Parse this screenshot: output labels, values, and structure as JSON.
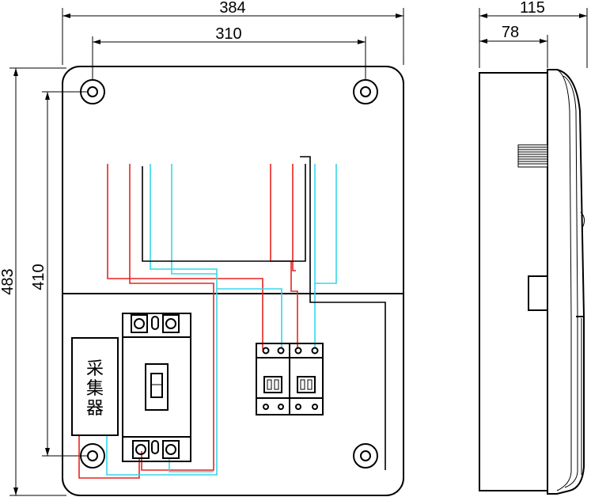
{
  "dimensions": {
    "overall_width": "384",
    "hole_spacing_width": "310",
    "overall_height": "483",
    "hole_spacing_height": "410",
    "overall_depth": "115",
    "inner_depth": "78"
  },
  "collector_label": [
    "采",
    "集",
    "器"
  ],
  "colors": {
    "live_wire": "#e8241f",
    "neutral_wire": "#36d7ea",
    "ground_wire": "#000000"
  }
}
